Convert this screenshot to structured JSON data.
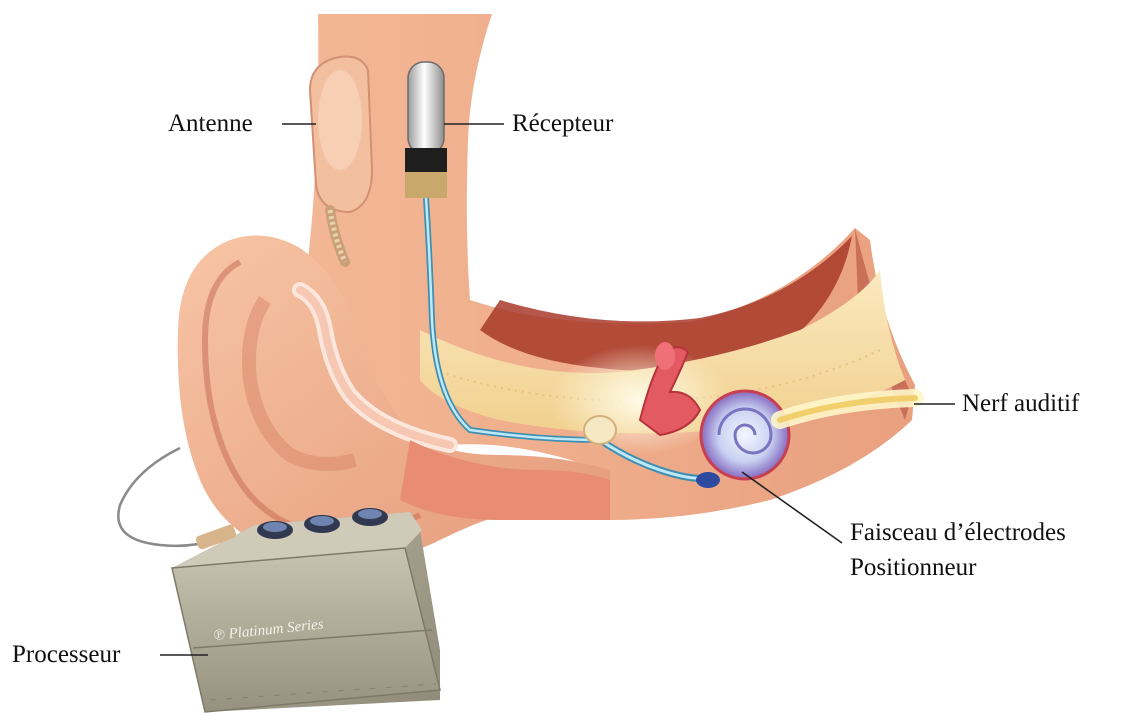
{
  "labels": {
    "antenna": "Antenne",
    "receiver": "Récepteur",
    "auditory_nerve": "Nerf auditif",
    "electrode_array": "Faisceau d’électrodes",
    "positioner": "Positionneur",
    "processor": "Processeur"
  },
  "colors": {
    "skin": "#f0b08e",
    "skin_shadow": "#d9836a",
    "skin_light": "#f8cfb4",
    "bone": "#f6dfa8",
    "canal_dark": "#8a2a1c",
    "cable": "#8fd0e6",
    "cochlea": "#e05a6a",
    "processor_body": "#a8a492",
    "leader_line": "#222222"
  }
}
